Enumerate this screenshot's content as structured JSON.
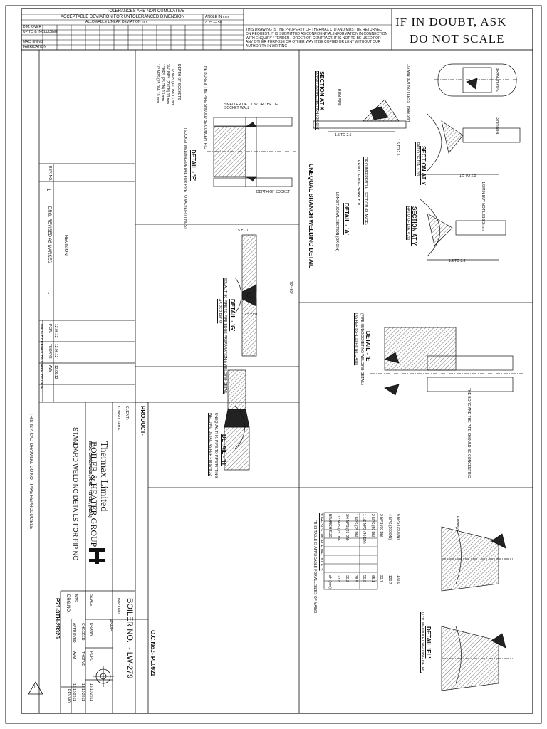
{
  "tolerance_table": {
    "title": "TOLERANCES ARE NON CUMULATIVE",
    "subtitle": "ACCEPTABLE DEVIATION FOR UNTOLERANCED DIMENSION",
    "allowable_header": "ALLOWABLE LINEAR DEVIATION mm",
    "angle_header": "ANGLE IN mm",
    "dim_over": "DIM. OVER",
    "upto": "UP TO & INCLUDING",
    "rows": [
      "MACHINING",
      "FABRICATION"
    ],
    "flatness": "Δ 25 — 50"
  },
  "property_notice": "THIS DRAWING IS THE PROPERTY OF THERMAX LTD AND MUST BE RETURNED ON REQUEST. IT IS SUBMITTED AS CONFIDENTIAL INFORMATION IN CONNECTION WITH ENQUIRY / TENDER / ORDER OR CONTRACT. IT IS NOT TO BE USED FOR ANY OTHER PURPOSE OR OTHER WAY IT BE COPIED OR LENT WITHOUT OUR AUTHORITY IN WRITING",
  "warning": {
    "line1": "IF IN DOUBT, ASK",
    "line2": "DO NOT SCALE"
  },
  "details": {
    "section_xx": "SECTION AT X",
    "section_xx_sub": "LONGITUDINAL SECTION (ORIGIN)",
    "section_y1": "SECTION AT Y",
    "section_y1_sub": "RATIO OF DIA. > 2/3",
    "section_y2": "SECTION AT Y",
    "section_y2_sub": "RATIO OF DIA. < 2/3",
    "unequal_branch": "UNEQUAL BRANCH WELDING DETAIL",
    "branch_pipe": "BRANCH PIPE",
    "run_pipe": "RUN PIPE",
    "detail_a": "DETAIL - 'A'",
    "detail_a_sub": "LONGITUDINAL SECTION (ORIGIN)",
    "circumferential": "CIRCUMFERENTIAL SECTION (FLANGE)",
    "ratio_dia": "RATIO OF DIA - BRANCH D.",
    "detail_f": "DETAIL - 'F'",
    "detail_f_sub": "(SOCKET WELDING DETAIL FOR PIPE TO VALVE/FITTINGS)",
    "bore_concentric": "THE BORE & THE PIPE SHOULD BE CONCENTRIC",
    "depth_sockets": "DEPTH OF SOCKETS",
    "socket_rows": [
      "1 1/2 NPS (40 DN)  13 mm",
      "3/4\" NPS (20 DN)  13 mm",
      "1\" NPS (25 DN)  13 mm",
      "1/2 NPS (15 DN)  10 mm"
    ],
    "smaller_of": "SMALLER OF 1.1 tw OR THE OF SOCKET WALL",
    "depth_of_socket": "DEPTH OF SOCKET",
    "detail_g": "DETAIL - 'G'",
    "detail_g_sub": "EQUAL THK. PIPE TO PIPE EDGE PREPARATION & WELDING DETAIL",
    "detail_g_sub2": "AS PER FW 32",
    "detail_e": "DETAIL - 'E'",
    "detail_e_sub": "(PIPE HUB/SOCKETING WELDING DETAIL)",
    "detail_e_sub2": "(AS PER BS-1113 Fig No.C.4(d))",
    "bore_concentric2": "THE BORE AND THE PIPE SHOULD BE CONCENTRIC",
    "detail_h": "DETAIL - 'H'",
    "detail_h_sub": "UNEQUAL THK. PIPE TO PIPE/FITTING",
    "detail_h_sub2": "WELDING DETAIL AS PER FW 97/8.32",
    "detail_el": "DETAIL 'EL'",
    "detail_el_sub": "(TYP. WELDOLET WELDING DETAIL)",
    "bore_size_title": "BORE SIZE \"øh\" FOR WELDOLETS",
    "bore_rows": [
      [
        "BRANCH SIZE",
        "øh (mm)"
      ],
      [
        "1/2 NPS (15 DN)",
        "23.8"
      ],
      [
        "3/4 NPS (20 DN)",
        "30.2"
      ],
      [
        "1 NPS (25 DN)",
        "38.5"
      ],
      [
        "1 1/2 NPS (40 DN)",
        "50.8"
      ],
      [
        "2 NPS (50 DN)",
        "65.1"
      ],
      [
        "3 NPS (80 DN)",
        "93.7"
      ],
      [
        "4 NPS (100 DN)",
        "120.7"
      ],
      [
        "6 NPS (150 DN)",
        "170.0"
      ]
    ],
    "bore_note": "*THIS TABLE IS APPLICABLE FOR ALL SIZES OF MAINS",
    "run_pipe2": "RUNPIPE",
    "dims": {
      "d1": "1.5 TO 2.5",
      "d2": "1.5 TO 2.5",
      "d3": "1.5 TO 2.5",
      "d4": "1.5 TO 2.5",
      "g1": "1.5 ±1.0",
      "g2": "2.5 ±1.0",
      "angle": "70°~80°",
      "three_mm": "3 mm MIN",
      "one_eighth": "1/8 MIN BUT NOT LESS 3 mm",
      "one_third": "1/3 MIN BUT NOT LESS THAN 6mm"
    }
  },
  "revision_block": {
    "rev_label": "REV. NO.",
    "rev_no": "1",
    "revision_label": "REVISION",
    "revision_text": "DRG. REVISED AS MARKED",
    "triangle": "1",
    "made_by_label": "MADE BY DATE",
    "made_by": "PCPL",
    "made_date": "12.06.12",
    "cad_label": "CAD CHK DATE",
    "cad_by": "THORVE",
    "cad_date": "12.06.12",
    "appr_label": "APR. BY DATE",
    "appr_by": "AVM",
    "appr_date": "12.06.12"
  },
  "title_block": {
    "product": "PRODUCT-",
    "client": "CLIENT :-",
    "consultant": "CONSULTANT-",
    "company": "Thermax Limited",
    "division": "BOILER & HEATER GROUP",
    "address": "MIDC, CHINCHWAD, PUNE - 411 019 , (INDIA)",
    "drawing_title": "STANDARD WELDING DETAILS FOR PIPING",
    "ocno": "O.C.No.:- PL0921",
    "boiler_no": "BOILER NO. :- LW-279",
    "part_no": "PART NO.",
    "asme": "ASME",
    "scale": "SCALE",
    "nts": "NTS",
    "drawn": "DRAWN",
    "drawn_by": "PCPL",
    "drawn_date": "15.10.2011",
    "checked": "CHECKED",
    "checked_by": "THORVE",
    "checked_date": "15.10.2011",
    "approved": "APPROVED",
    "approved_by": "AVM",
    "approved_date": "15.10.2011",
    "drg_no_label": "DRG.NO.",
    "drg_no": "P71-3TH-28326",
    "rev_no_label": "REV.NO.",
    "rev_no": "1",
    "cad_note": "THIS IS A CAD DRAWING. DO NOT TAKE REPRODUCIBLE"
  },
  "colors": {
    "ink": "#111111",
    "paper": "#ffffff",
    "hatch": "#333333"
  }
}
